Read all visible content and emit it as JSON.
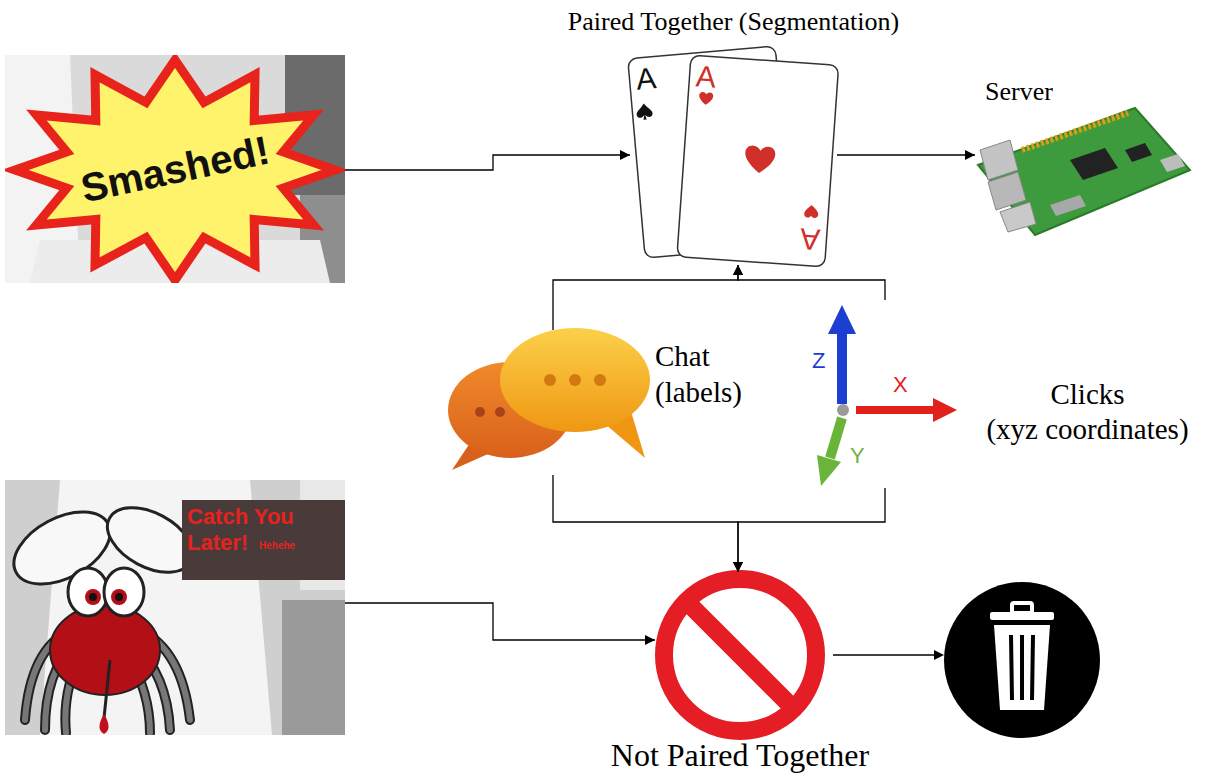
{
  "diagram": {
    "nodes": [
      {
        "text": [
          "Smashed!"
        ]
      },
      {
        "text": [
          "Paired Together (Segmentation)"
        ]
      },
      {
        "text": [
          "Server"
        ]
      },
      {
        "text": [
          "Chat",
          "(labels)"
        ]
      },
      {
        "text": [
          "Clicks",
          "(xyz coordinates)"
        ]
      },
      {
        "text": [
          "Catch You Later!",
          "Hehehe"
        ]
      },
      {
        "text": [
          "Not Paired Together"
        ]
      }
    ],
    "edges": [
      {
        "from": 0,
        "to": 1,
        "arrow": "to"
      },
      {
        "from": 1,
        "to": 2,
        "arrow": "to"
      },
      {
        "from": 3,
        "to": 1,
        "arrow": "to"
      },
      {
        "from": 4,
        "to": 1,
        "arrow": "to"
      },
      {
        "from": 3,
        "to": 6,
        "arrow": "to"
      },
      {
        "from": 4,
        "to": 6,
        "arrow": "to"
      },
      {
        "from": 5,
        "to": 6,
        "arrow": "to"
      }
    ],
    "labels": [
      "A",
      "A",
      "A",
      "Z",
      "X",
      "Y"
    ]
  }
}
